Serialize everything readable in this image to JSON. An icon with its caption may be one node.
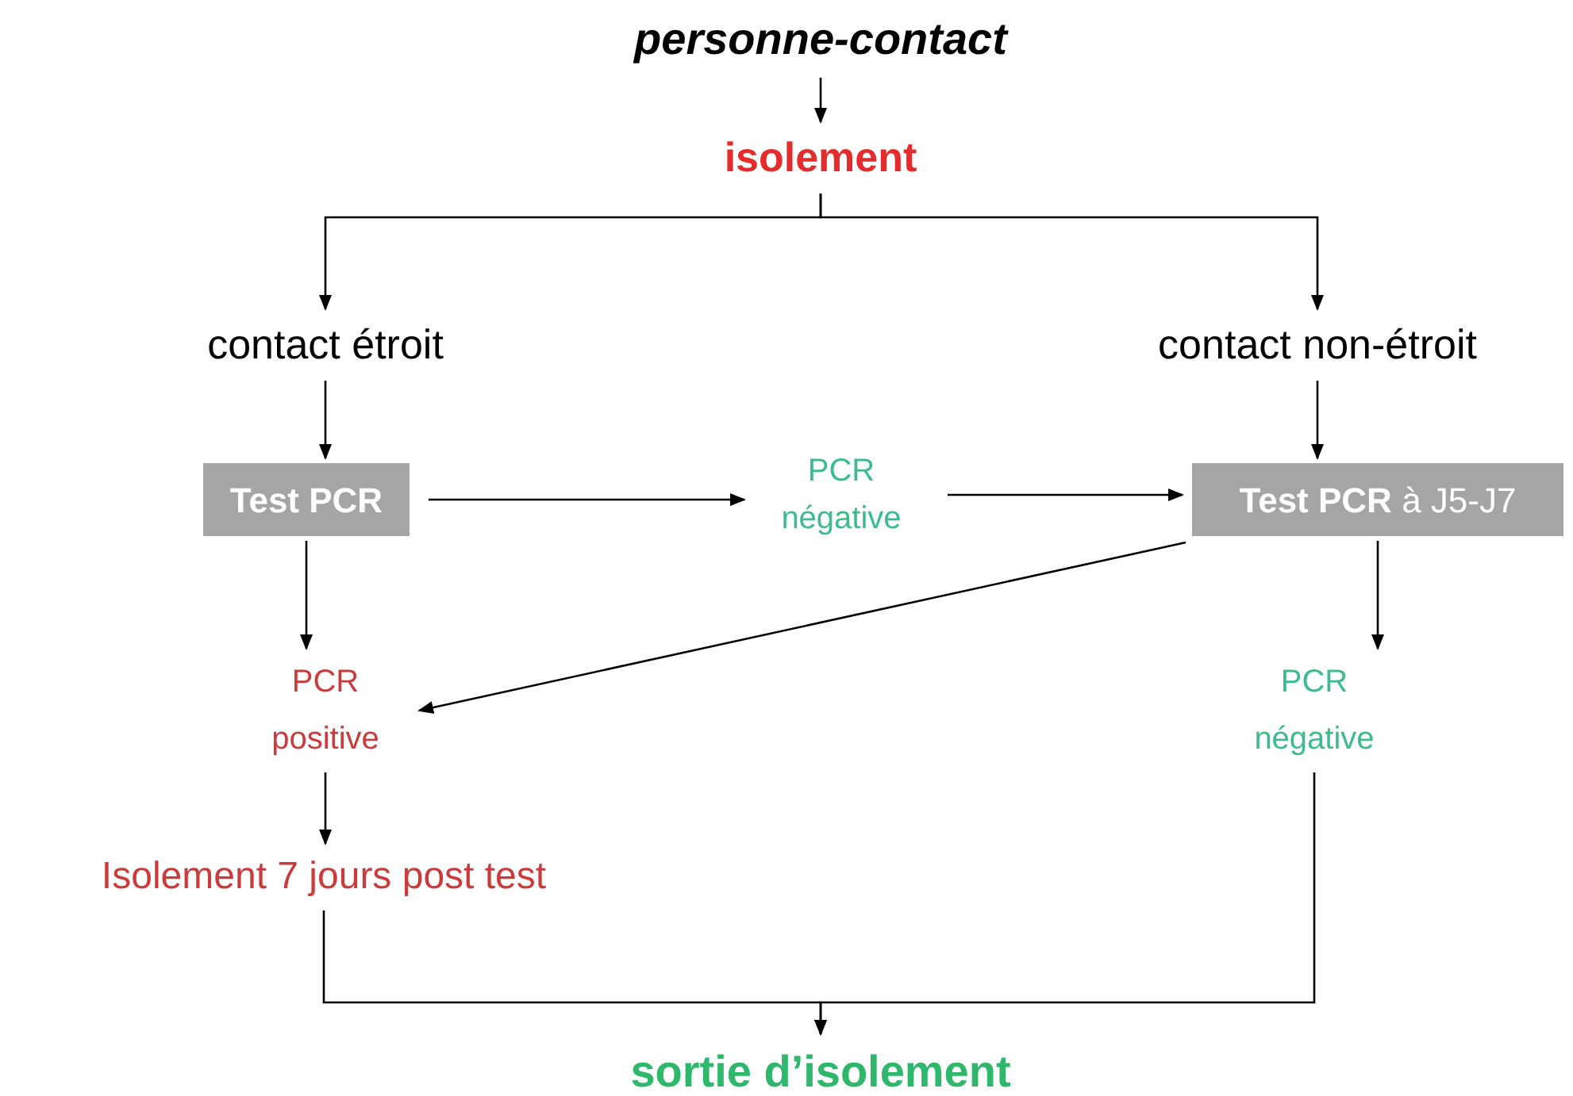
{
  "diagram": {
    "nodes": [
      {
        "text": [
          "personne-contact"
        ]
      },
      {
        "text": [
          "isolement"
        ]
      },
      {
        "text": [
          "contact étroit"
        ]
      },
      {
        "text": [
          "contact non-étroit"
        ]
      },
      {
        "text": [
          "Test PCR"
        ]
      },
      {
        "text": [
          "PCR négative"
        ]
      },
      {
        "text": [
          "**Test PCR** à J5-J7"
        ]
      },
      {
        "text": [
          "PCR positive"
        ]
      },
      {
        "text": [
          "PCR négative"
        ]
      },
      {
        "text": [
          "Isolement 7 jours post test"
        ]
      },
      {
        "text": [
          "sortie d’isolement"
        ]
      }
    ],
    "edges": [
      {
        "from": 0,
        "to": 1,
        "arrow": "to"
      },
      {
        "from": 1,
        "to": 2,
        "arrow": "to"
      },
      {
        "from": 1,
        "to": 3,
        "arrow": "to"
      },
      {
        "from": 2,
        "to": 4,
        "arrow": "to"
      },
      {
        "from": 3,
        "to": 6,
        "arrow": "to"
      },
      {
        "from": 4,
        "to": 5,
        "arrow": "to"
      },
      {
        "from": 5,
        "to": 6,
        "arrow": "to"
      },
      {
        "from": 4,
        "to": 7,
        "arrow": "to"
      },
      {
        "from": 6,
        "to": 7,
        "arrow": "to"
      },
      {
        "from": 6,
        "to": 8,
        "arrow": "to"
      },
      {
        "from": 7,
        "to": 9,
        "arrow": "to"
      },
      {
        "from": 9,
        "to": 10,
        "arrow": "to"
      },
      {
        "from": 8,
        "to": 10,
        "arrow": "to"
      }
    ]
  }
}
